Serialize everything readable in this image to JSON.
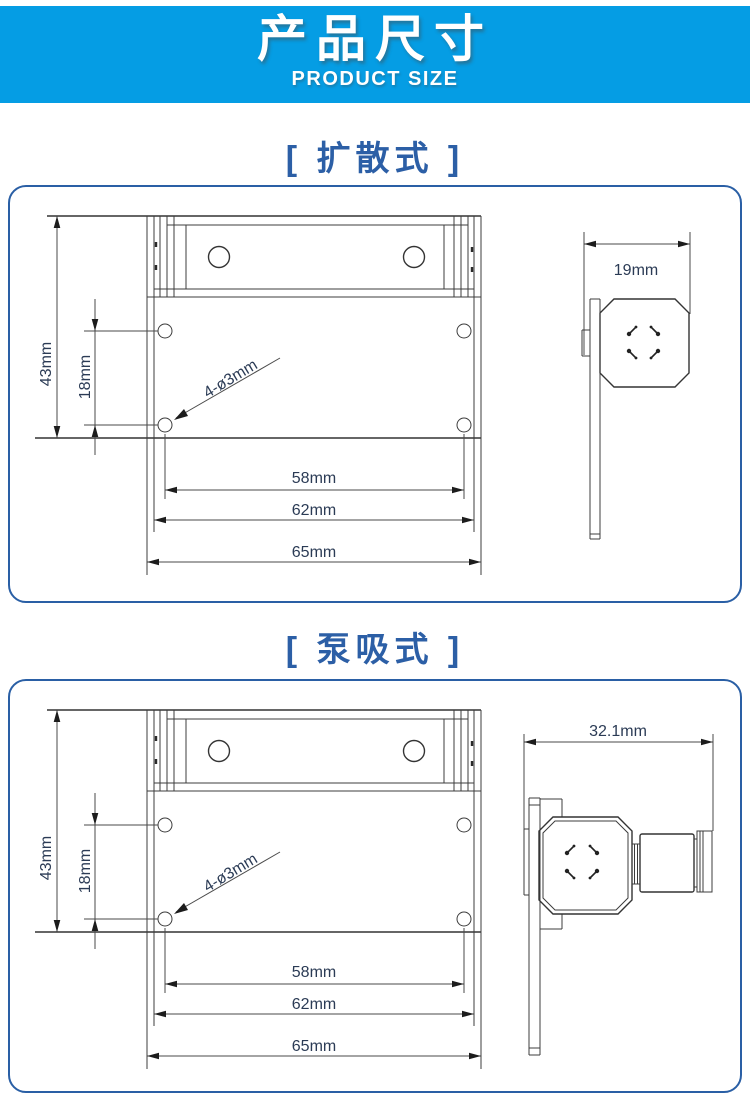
{
  "header": {
    "title": "产品尺寸",
    "subtitle": "PRODUCT SIZE"
  },
  "sections": [
    {
      "title": "[ 扩散式 ]",
      "front_view": {
        "dims": {
          "height": "43mm",
          "hole_offset": "18mm",
          "holes_note": "4-ø3mm",
          "hole_span": "58mm",
          "body_width": "62mm",
          "overall_width": "65mm"
        }
      },
      "side_view": {
        "dims": {
          "depth": "19mm"
        }
      }
    },
    {
      "title": "[ 泵吸式 ]",
      "front_view": {
        "dims": {
          "height": "43mm",
          "hole_offset": "18mm",
          "holes_note": "4-ø3mm",
          "hole_span": "58mm",
          "body_width": "62mm",
          "overall_width": "65mm"
        }
      },
      "side_view": {
        "dims": {
          "depth": "32.1mm"
        }
      }
    }
  ],
  "colors": {
    "banner_blue": "#059de4",
    "panel_border_blue": "#2a5fa5",
    "section_title_blue": "#2c5fa6",
    "dimension_text": "#2b3b55",
    "drawing_line": "#3c3c3c"
  }
}
